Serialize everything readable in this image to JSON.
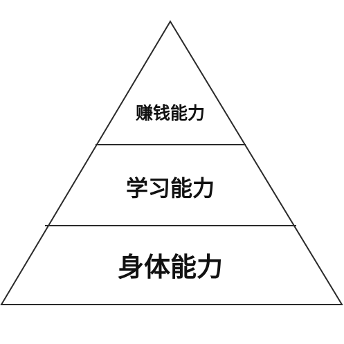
{
  "diagram": {
    "type": "pyramid",
    "tiers": [
      {
        "label": "赚钱能力"
      },
      {
        "label": "学习能力"
      },
      {
        "label": "身体能力"
      }
    ],
    "colors": {
      "stroke": "#2a2a2a",
      "fill": "#ffffff",
      "text": "#111111"
    }
  }
}
